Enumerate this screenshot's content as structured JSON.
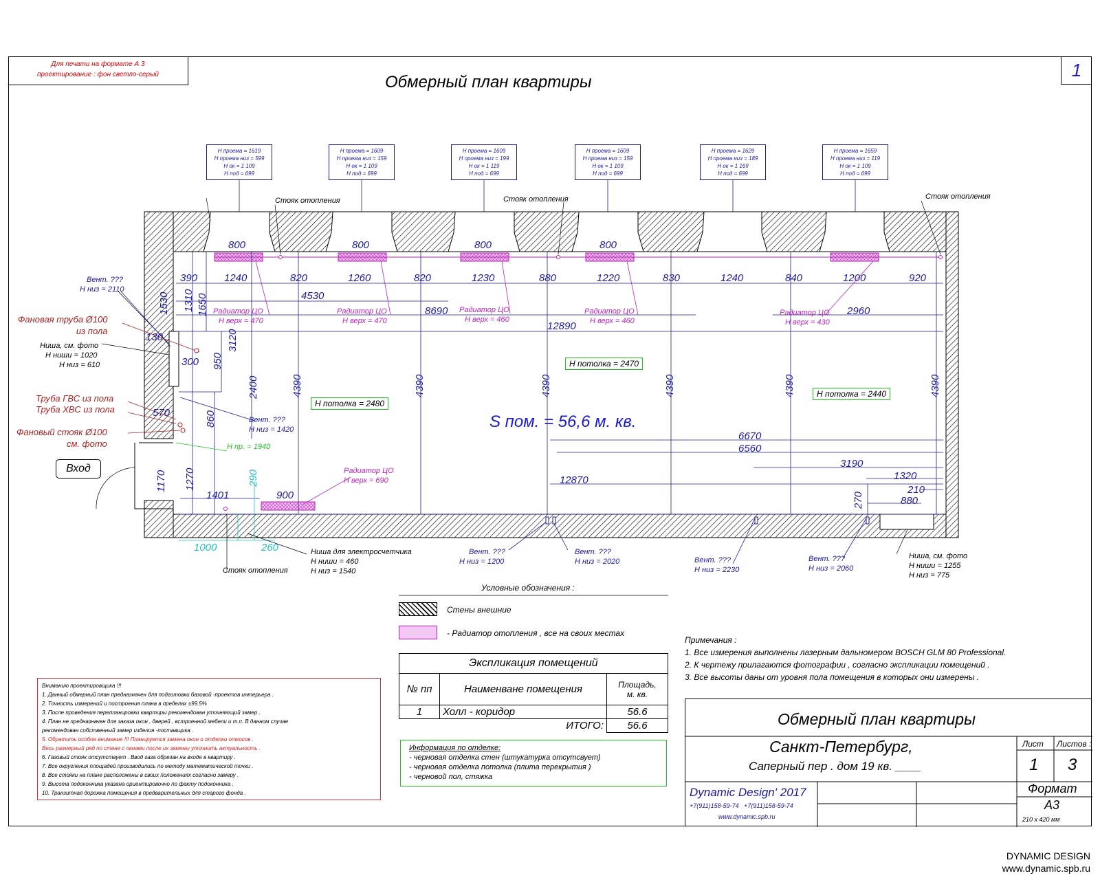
{
  "header": {
    "print_note_line1": "Для печати на формате А 3",
    "print_note_line2": "проектирование : фон светло-серый",
    "sheet_number": "1",
    "title": "Обмерный план квартиры"
  },
  "windows": [
    {
      "l1": "H проема = 1619",
      "l2": "H проема низ = 599",
      "l3": "H ок = 1 109",
      "l4": "H под = 699"
    },
    {
      "l1": "H проема = 1609",
      "l2": "H проема низ = 159",
      "l3": "H ок = 1 109",
      "l4": "H под = 699"
    },
    {
      "l1": "H проема = 1609",
      "l2": "H проема низ = 199",
      "l3": "H ок = 1 119",
      "l4": "H под = 699"
    },
    {
      "l1": "H проема = 1609",
      "l2": "H проема низ = 159",
      "l3": "H ок = 1 109",
      "l4": "H под = 699"
    },
    {
      "l1": "H проема = 1629",
      "l2": "H проема низ = 189",
      "l3": "H ок = 1 169",
      "l4": "H под = 699"
    },
    {
      "l1": "H проема = 1659",
      "l2": "H проема низ = 119",
      "l3": "H ок = 1 109",
      "l4": "H под = 699"
    }
  ],
  "plan": {
    "riser_label": "Стояк отопления",
    "radiator_label": "Радиатор ЦО",
    "radiator_top": [
      "H верх = 470",
      "H верх = 470",
      "H верх = 460",
      "H верх = 460",
      "H верх = 430",
      "H верх = 690"
    ],
    "top_widths": [
      "800",
      "800",
      "800",
      "800"
    ],
    "top_dims": [
      "390",
      "1240",
      "820",
      "1260",
      "820",
      "1230",
      "880",
      "1220",
      "830",
      "1240",
      "840",
      "1200",
      "920"
    ],
    "chain_dims": [
      "4530",
      "8690",
      "12890",
      "2960"
    ],
    "heights": [
      "4390",
      "4390",
      "4390",
      "4390",
      "4390",
      "4390"
    ],
    "left_dims": [
      "1530",
      "1310",
      "1650",
      "130",
      "300",
      "950",
      "3120",
      "2400",
      "570",
      "860",
      "1170",
      "1270"
    ],
    "bottom_dims": [
      "1401",
      "900",
      "290",
      "1000",
      "260"
    ],
    "right_dims": [
      "6670",
      "6560",
      "12870",
      "3190",
      "1320",
      "210",
      "880",
      "270"
    ],
    "ceilings": [
      "H потолка = 2480",
      "H потолка = 2470",
      "H потолка = 2440"
    ],
    "area": "S пом. = 56,6 м. кв.",
    "entry": "Вход",
    "left_labels": {
      "vent1a": "Вент. ???",
      "vent1b": "H низ = 2110",
      "fan_pipe_a": "Фановая труба Ø100",
      "fan_pipe_b": "из пола",
      "niche_a": "Ниша, см. фото",
      "niche_b": "H ниши = 1020",
      "niche_c": "H низ = 610",
      "hot_pipe": "Труба ГВС из пола",
      "cold_pipe": "Труба ХВС из пола",
      "fan_riser_a": "Фановый стояк Ø100",
      "fan_riser_b": "см. фото",
      "vent2a": "Вент. ???",
      "vent2b": "H низ = 1420",
      "h_pr": "H пр. = 1940"
    },
    "bottom_labels": {
      "riser": "Стояк отопления",
      "meter_a": "Ниша для электросчетчика",
      "meter_b": "H ниши = 460",
      "meter_c": "H низ = 1540",
      "v1a": "Вент. ???",
      "v1b": "H низ = 1200",
      "v2a": "Вент. ???",
      "v2b": "H низ = 2020",
      "v3a": "Вент. ???",
      "v3b": "H низ = 2230",
      "v4a": "Вент. ???",
      "v4b": "H низ = 2060",
      "n2a": "Ниша, см. фото",
      "n2b": "H ниши = 1255",
      "n2c": "H низ = 775"
    }
  },
  "legend": {
    "title": "Условные обозначения :",
    "walls": "Стены внешние",
    "radiator": "- Радиатор отопления , все на своих местах"
  },
  "explication": {
    "title": "Экспликация помещений",
    "col_no": "№ пп",
    "col_name": "Наименване помещения",
    "col_area_a": "Площадь,",
    "col_area_b": "м. кв.",
    "row_no": "1",
    "row_name": "Холл - коридор",
    "row_area": "56.6",
    "total_label": "ИТОГО:",
    "total_value": "56.6"
  },
  "finishing": {
    "title": "Информация по отделке:",
    "l1": "- черновая отделка стен (штукатурка отсутсвует)",
    "l2": "- черновая отделка потолка (плита перекрытия )",
    "l3": "- черновой пол, стяжка"
  },
  "warning": {
    "l0": "Вниманию проектировщика !!!",
    "l1": "1. Данный обмерный план предназначен для подготовки базовой -проектов интерьера .",
    "l2": "2. Точность измерений и построения плана в пределах ±99.5%",
    "l3": "3. После проведения перепланировки квартиры рекомендован уточняющий замер .",
    "l4": "4. План не предназначен для заказа окон , дверей , встроенной мебели и т.п. В данном случае",
    "l5": "рекомендован собственный замер изделия -поставщика .",
    "l6": "5. Обратить особое внимание !!! Планируется замена окон и отделки откосов .",
    "l7": "Весь размерный ряд по стене с окнами после их замены уточнить актуальность .",
    "l8": "6. Газовый стояк отсутствует . Ввод газа обрезан на входе в квартиру .",
    "l9": "7. Все округления площадей производились по методу математической точки .",
    "l10": "8. Все стояки на плане расположены в своих положениях согласно замеру .",
    "l11": "9. Высота подоконника указана ориентировочно по факту подоконника .",
    "l12": "10. Транзитная дорожка помещения в предварительных для старого фонда ."
  },
  "notes": {
    "title": "Примечания :",
    "n1": "1. Все измерения выполнены лазерным дальномером BOSCH GLM 80 Professional.",
    "n2": "2. К чертежу прилагаются фотографии , согласно экспликации помещений .",
    "n3": "3. Все высоты даны от уровня пола помещения в которых они измерены ."
  },
  "stamp": {
    "title": "Обмерный план квартиры",
    "city": "Санкт-Петербург,",
    "address": "Саперный пер . дом 19 кв. ____",
    "sheet_label": "Лист",
    "sheets_label": "Листов :",
    "sheet": "1",
    "sheets": "3",
    "format_label": "Формат",
    "format": "А3",
    "format_size": "210 х 420 мм",
    "company": "Dynamic Design' 2017",
    "phones": "+7(911)158-59-74   +7(911)158-59-74",
    "site": "www.dynamic.spb.ru"
  },
  "footer": {
    "brand": "DYNAMIC DESIGN",
    "url": "www.dynamic.spb.ru"
  },
  "colors": {
    "dimension": "#1a1aa0",
    "radiator": "#c020c0",
    "ceiling_box": "#20c020",
    "annotation": "#b02020"
  }
}
